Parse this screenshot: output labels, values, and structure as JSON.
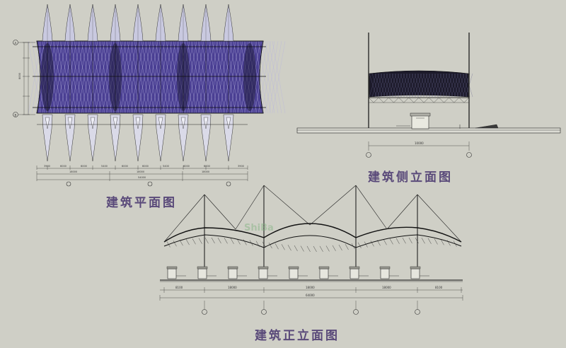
{
  "titles": {
    "plan": "建筑平面图",
    "side": "建筑侧立面图",
    "front": "建筑正立面图"
  },
  "plan": {
    "segment_dims": [
      "3900",
      "6000",
      "6000",
      "5400",
      "6000",
      "6000",
      "5400",
      "6000",
      "6000",
      "3900"
    ],
    "mid_dims": [
      "18000",
      "18000",
      "18000"
    ],
    "total_dim": "54000",
    "vertical_dim": "8000",
    "row_labels": [
      "A",
      "B"
    ]
  },
  "side": {
    "span_dim": "10000"
  },
  "front": {
    "dims": [
      "8100",
      "18000",
      "18000",
      "18000",
      "8100"
    ],
    "total_dim": "64000"
  },
  "watermark": "ShiBa"
}
